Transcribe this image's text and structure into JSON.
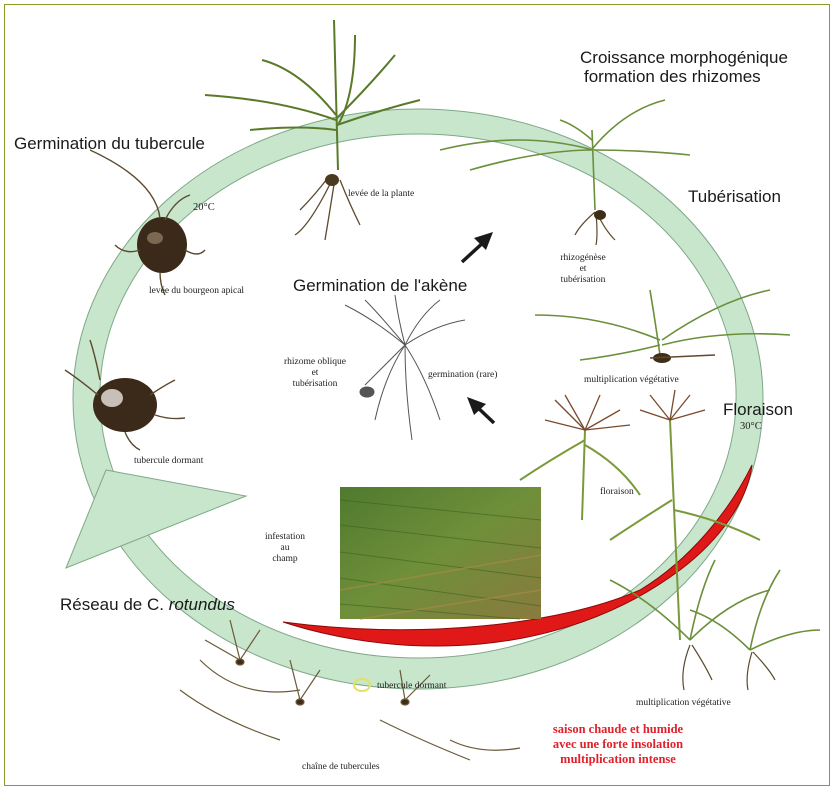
{
  "stages": {
    "tuber_germination": "Germination du tubercule",
    "morphogenic_growth_line1": "Croissance morphogénique",
    "morphogenic_growth_line2": "formation des rhizomes",
    "tuberisation": "Tubérisation",
    "achene_germination": "Germination de l'akène",
    "flowering": "Floraison",
    "network_prefix": "Réseau de C.",
    "network_species": "rotundus"
  },
  "temperatures": {
    "low": "20°C",
    "high": "30°C"
  },
  "small_labels": {
    "plant_emergence": "levée de la plante",
    "apical_bud": "levée du bourgeon apical",
    "rhizogenesis_line1": "rhizogénèse",
    "rhizogenesis_line2": "et",
    "rhizogenesis_line3": "tubérisation",
    "oblique_rhizome_line1": "rhizome oblique",
    "oblique_rhizome_line2": "et",
    "oblique_rhizome_line3": "tubérisation",
    "rare_germination": "germination (rare)",
    "vegetative_multiplication_1": "multiplication végétative",
    "dormant_tuber_1": "tubercule dormant",
    "flowering_small": "floraison",
    "field_infestation_line1": "infestation",
    "field_infestation_line2": "au",
    "field_infestation_line3": "champ",
    "dormant_tuber_2": "tubercule dormant",
    "vegetative_multiplication_2": "multiplication végétative",
    "tuber_chain": "chaîne de tubercules"
  },
  "season_note": {
    "line1": "saison chaude et humide",
    "line2": "avec une forte insolation",
    "line3": "multiplication intense"
  },
  "colors": {
    "cycle_ring": "#c8e6cc",
    "cycle_ring_edge": "#7fa888",
    "season_arc": "#e01818",
    "season_text": "#e0202a"
  }
}
